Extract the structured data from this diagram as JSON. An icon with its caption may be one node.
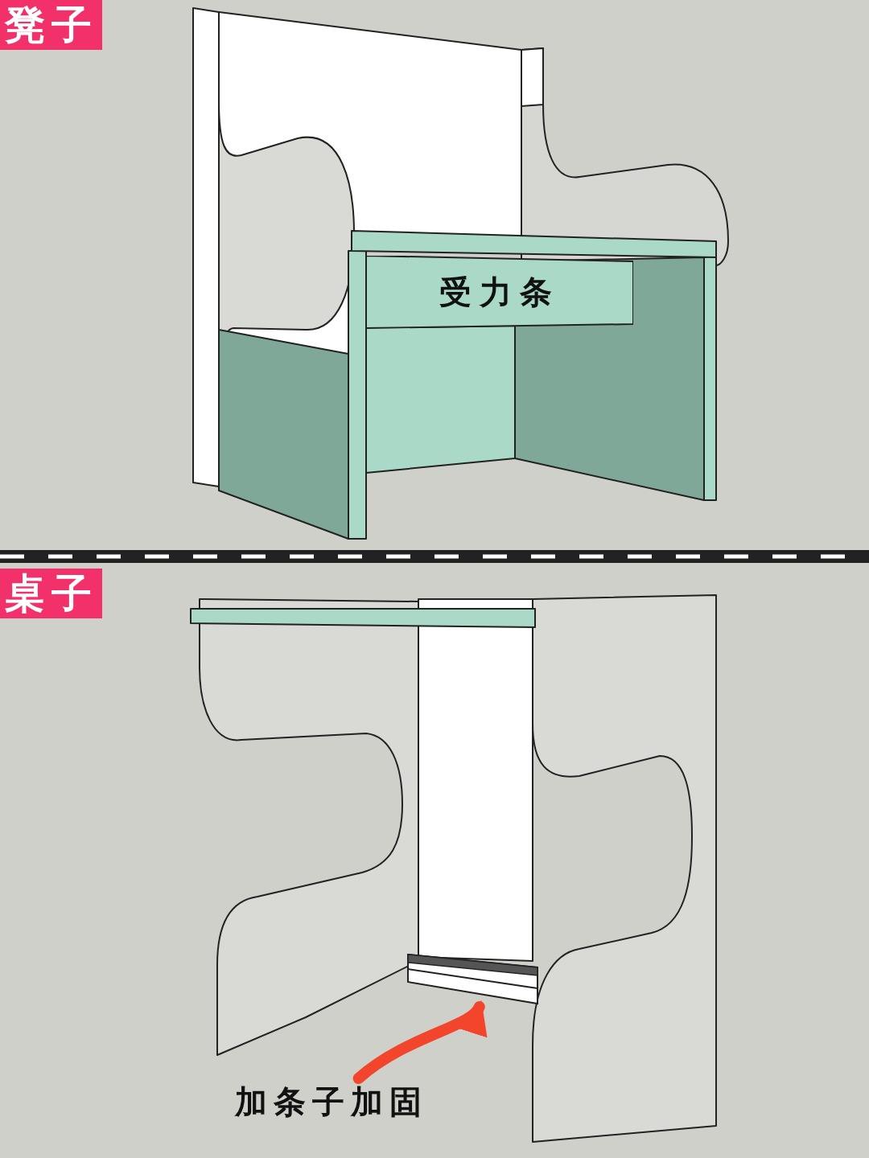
{
  "diagram": {
    "nodes": [
      {
        "text": [
          "凳子"
        ]
      },
      {
        "text": [
          "受力条"
        ]
      },
      {
        "text": [
          "桌子"
        ]
      },
      {
        "text": [],
        "shape": "bar"
      },
      {
        "text": [
          "加条子加固"
        ]
      }
    ],
    "edges": [
      {
        "from": 4,
        "to": 3,
        "arrow": "to",
        "color": "#f2452c"
      }
    ]
  }
}
